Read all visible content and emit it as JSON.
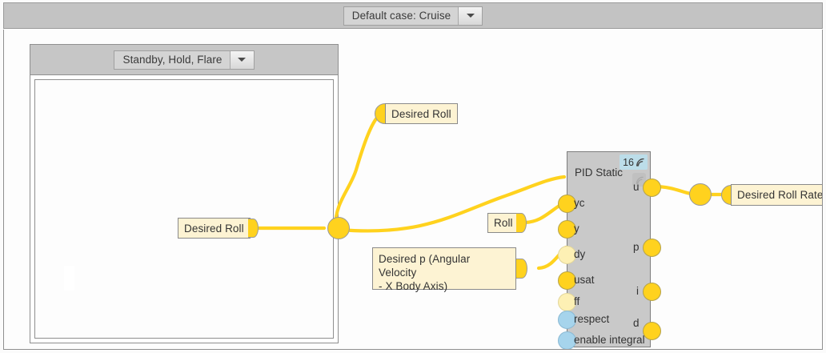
{
  "window": {
    "title_dropdown": {
      "label": "Default case: Cruise",
      "arrow_icon": "chevron-down-icon"
    }
  },
  "panel": {
    "dropdown": {
      "label": "Standby, Hold, Flare",
      "arrow_icon": "chevron-down-icon"
    }
  },
  "terminals": [
    {
      "id": "desired-roll-in",
      "label": "Desired Roll"
    },
    {
      "id": "desired-roll-up",
      "label": "Desired Roll"
    },
    {
      "id": "roll",
      "label": "Roll"
    },
    {
      "id": "desired-p",
      "label": "Desired p (Angular Velocity - X Body Axis)",
      "line1": "Desired p (Angular Velocity",
      "line2": "- X Body Axis)"
    },
    {
      "id": "desired-roll-rate",
      "label": "Desired Roll Rate"
    }
  ],
  "pid_block": {
    "title": "PID Static",
    "badge": {
      "count": "16",
      "icon": "signal-icon"
    },
    "sub_icon": "signal-icon-disabled",
    "inputs": [
      {
        "name": "yc",
        "state": "connected"
      },
      {
        "name": "y",
        "state": "connected"
      },
      {
        "name": "dy",
        "state": "unconnected"
      },
      {
        "name": "usat",
        "state": "connected"
      },
      {
        "name": "ff",
        "state": "unconnected"
      },
      {
        "name": "respect",
        "state": "boolean"
      },
      {
        "name": "enable integral",
        "state": "boolean"
      }
    ],
    "outputs": [
      {
        "name": "u",
        "state": "connected"
      },
      {
        "name": "p",
        "state": "unconnected"
      },
      {
        "name": "i",
        "state": "unconnected"
      },
      {
        "name": "d",
        "state": "unconnected"
      }
    ]
  },
  "colors": {
    "wire": "#FFD21E",
    "port_fill": "#FFD21E",
    "chip_fill": "#FDF3D3",
    "block_fill": "#C9C9C9",
    "badge_fill": "#BCDDE9",
    "boolean_port": "#A6D4EC",
    "chrome": "#C3C3C3"
  }
}
